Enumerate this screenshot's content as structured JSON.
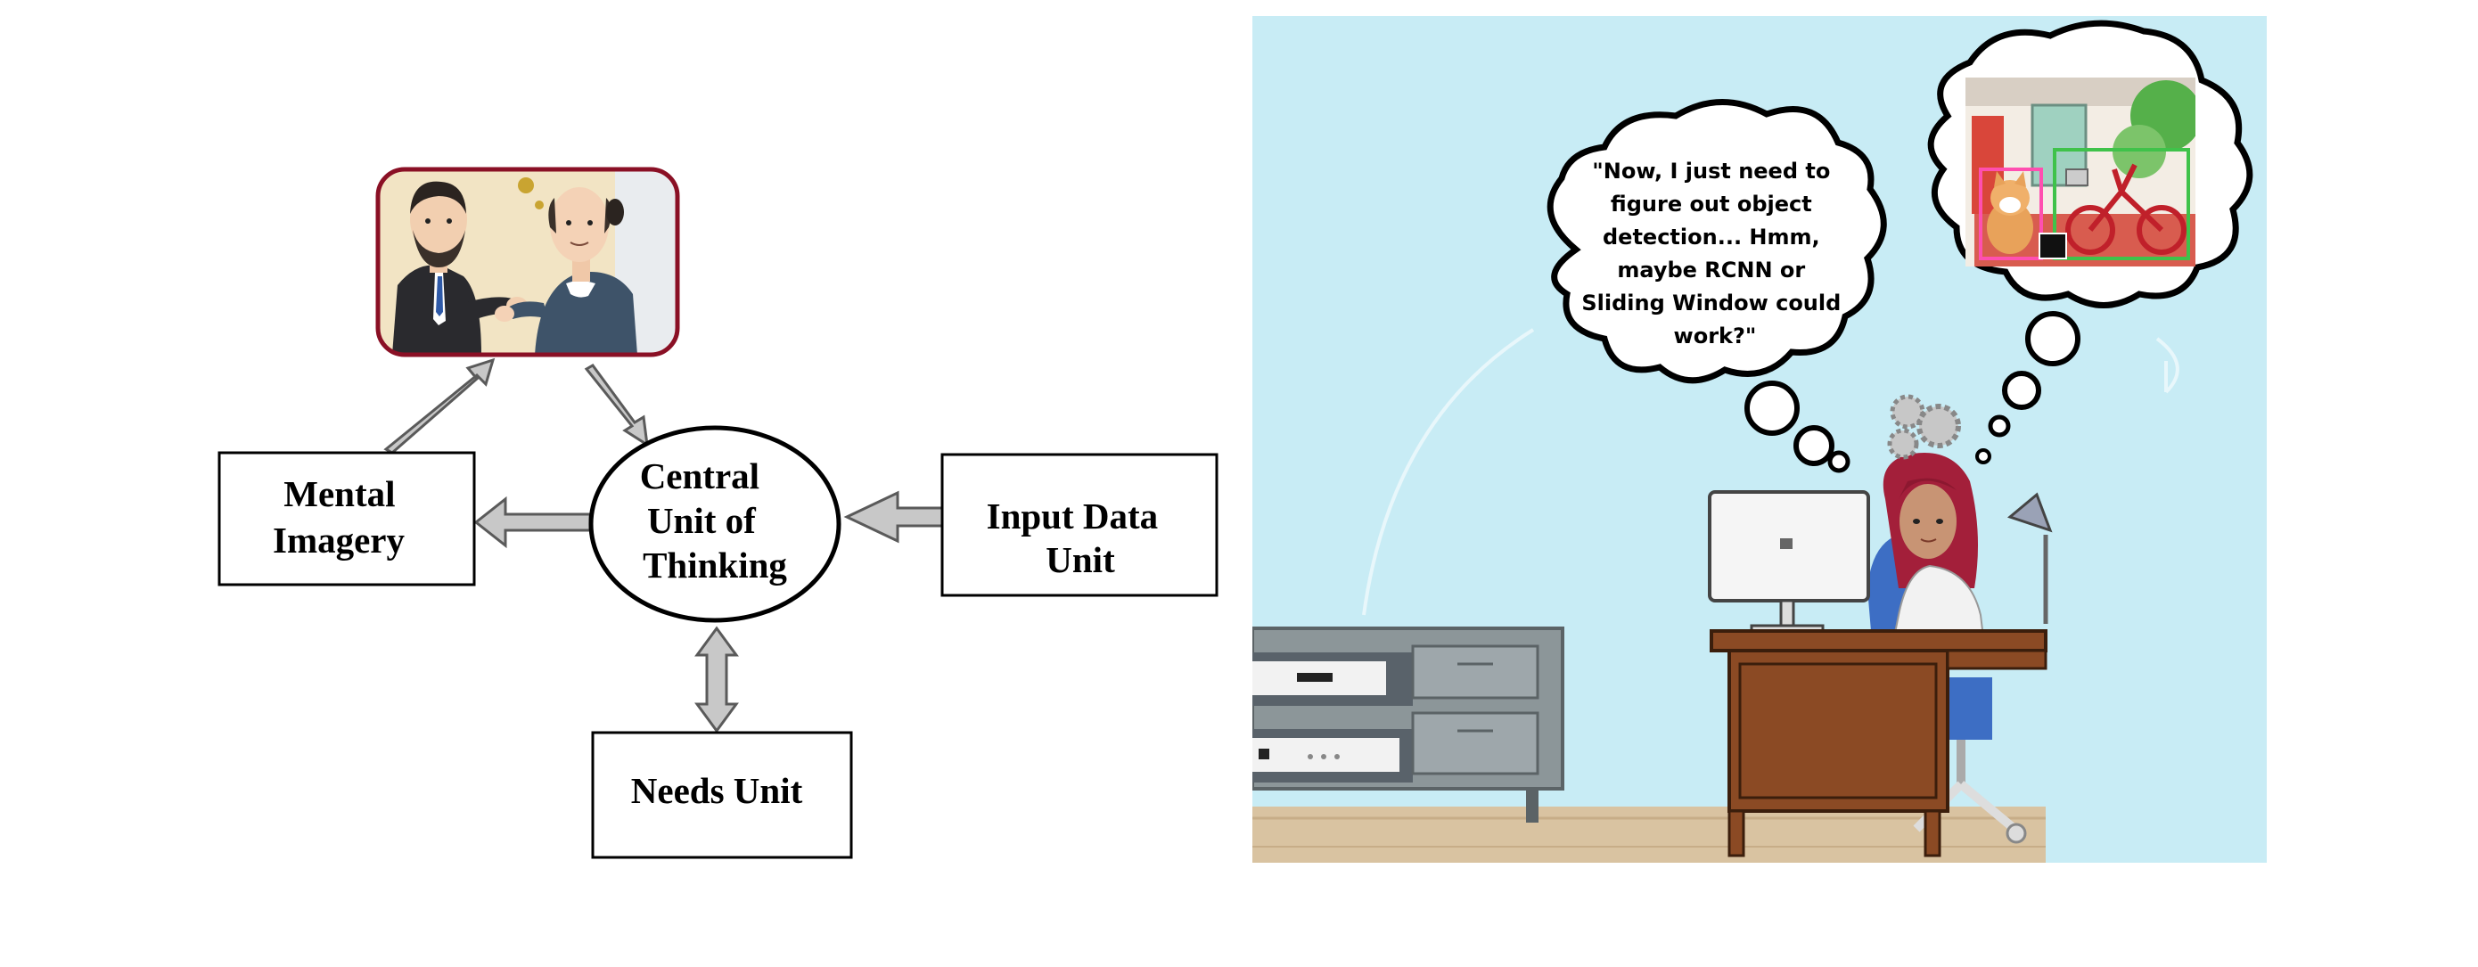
{
  "diagram": {
    "nodes": {
      "central": [
        "Central",
        "Unit of",
        "Thinking"
      ],
      "mental": [
        "Mental",
        "Imagery"
      ],
      "input": [
        "Input Data",
        "Unit"
      ],
      "needs": [
        "Needs Unit"
      ]
    },
    "illustration_icon": "two-men-talking-cartoon"
  },
  "scene": {
    "speech_bubble_lines": [
      "\"Now, I just need to",
      "figure out object",
      "detection... Hmm,",
      "maybe RCNN or",
      "Sliding Window could",
      "work?\""
    ],
    "thought_icon": "object-detection-cat-bicycle",
    "colors": {
      "sky": "#c8ecf5",
      "floor": "#d9c3a1",
      "desk": "#8b4a24",
      "cabinet": "#8c9699",
      "hair": "#a31f3a",
      "box_pink": "#ff4fb0",
      "box_green": "#3fc24a"
    }
  }
}
